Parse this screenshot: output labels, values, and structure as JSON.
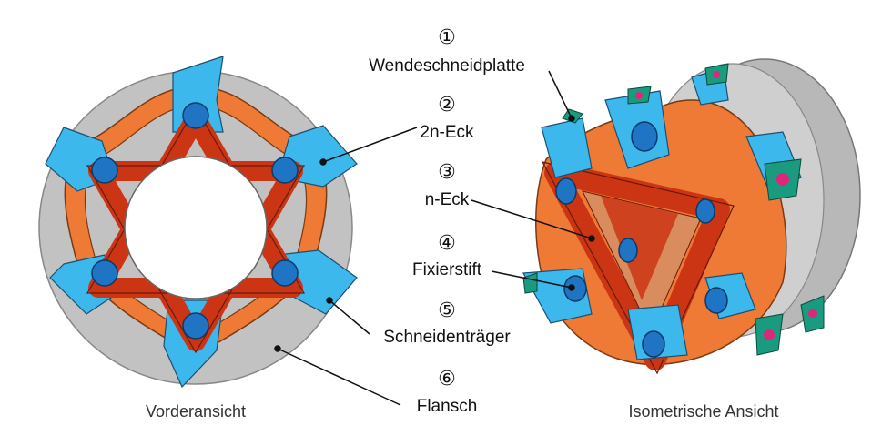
{
  "views": {
    "front_caption": "Vorderansicht",
    "iso_caption": "Isometrische Ansicht"
  },
  "callouts": [
    {
      "number": "①",
      "label": "Wendeschneidplatte"
    },
    {
      "number": "②",
      "label": "2n-Eck"
    },
    {
      "number": "③",
      "label": "n-Eck"
    },
    {
      "number": "④",
      "label": "Fixierstift"
    },
    {
      "number": "⑤",
      "label": "Schneidenträger"
    },
    {
      "number": "⑥",
      "label": "Flansch"
    }
  ],
  "colors": {
    "flange": "#c2c2c2",
    "two_n_gon": "#ee7a35",
    "n_gon": "#cc3514",
    "carrier": "#3cb8ec",
    "pin": "#1f74c4",
    "insert": "#1a9a7e",
    "insert_hole": "#e0267a"
  }
}
